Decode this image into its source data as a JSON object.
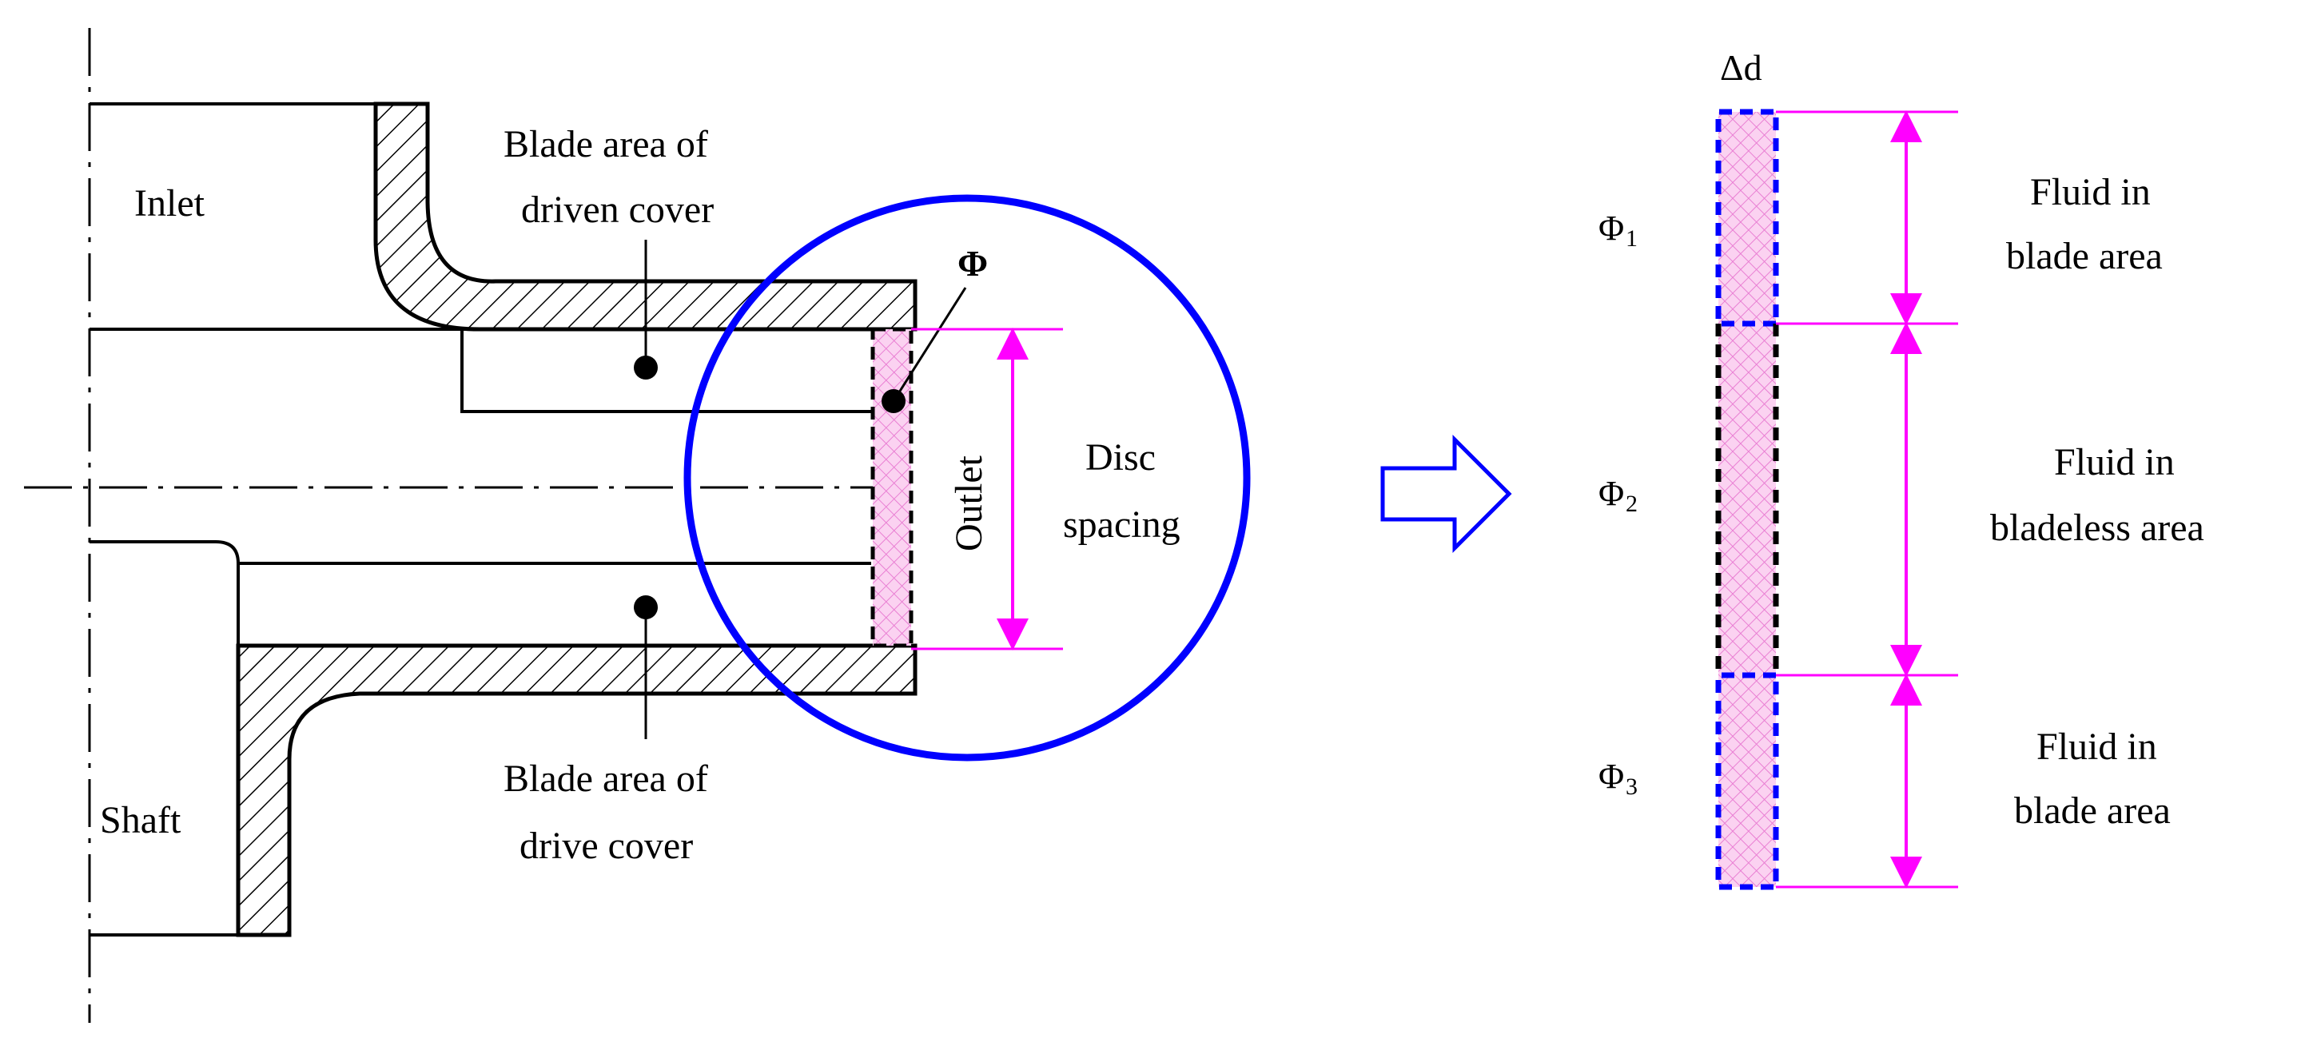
{
  "labels": {
    "inlet": "Inlet",
    "shaft": "Shaft",
    "driven_cover_line1": "Blade area of",
    "driven_cover_line2": "driven cover",
    "drive_cover_line1": "Blade area of",
    "drive_cover_line2": "drive cover",
    "outlet": "Outlet",
    "phi": "Φ",
    "disc_spacing_line1": "Disc",
    "disc_spacing_line2": "spacing",
    "delta_d": "Δd",
    "phi1_symbol": "Φ",
    "phi1_sub": "1",
    "phi2_symbol": "Φ",
    "phi2_sub": "2",
    "phi3_symbol": "Φ",
    "phi3_sub": "3",
    "fluid1_line1": "Fluid in",
    "fluid1_line2": "blade area",
    "fluid2_line1": "Fluid in",
    "fluid2_line2": "bladeless area",
    "fluid3_line1": "Fluid in",
    "fluid3_line2": "blade area"
  },
  "colors": {
    "magenta": "#ff00ff",
    "blue": "#0000ff",
    "hatch_fill": "#f7b8ea",
    "line": "#000000"
  },
  "icons": {
    "transform_arrow": "right-arrow-icon"
  }
}
